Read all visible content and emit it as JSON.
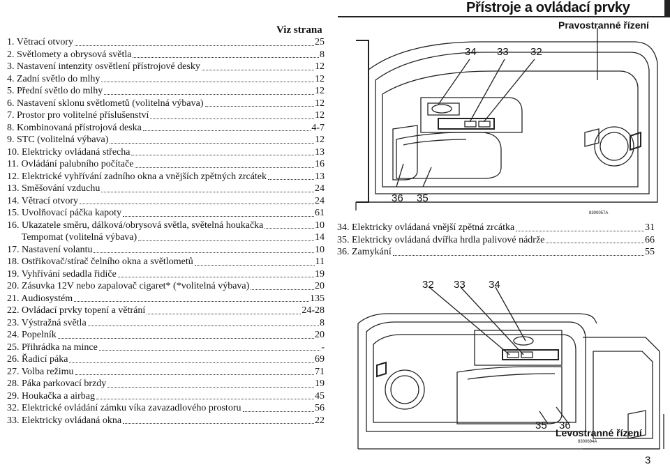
{
  "header": {
    "title": "Přístroje a ovládací prvky",
    "subtitle_right": "Pravostranné řízení",
    "subtitle_left": "Levostranné řízení"
  },
  "toc_header": "Viz strana",
  "toc_items": [
    {
      "label": "1. Větrací otvory",
      "page": "25"
    },
    {
      "label": "2. Světlomety a obrysová světla",
      "page": "8"
    },
    {
      "label": "3. Nastavení intenzity osvětlení přístrojové desky",
      "page": "12"
    },
    {
      "label": "4. Zadní světlo do mlhy",
      "page": "12"
    },
    {
      "label": "5. Přední světlo do mlhy",
      "page": "12"
    },
    {
      "label": "6. Nastavení sklonu světlometů (volitelná výbava)",
      "page": "12"
    },
    {
      "label": "7. Prostor pro volitelné příslušenství",
      "page": "12"
    },
    {
      "label": "8. Kombinovaná přístrojová deska",
      "page": "4-7"
    },
    {
      "label": "9. STC (volitelná výbava)",
      "page": "12"
    },
    {
      "label": "10. Elektricky ovládaná střecha",
      "page": "13"
    },
    {
      "label": "11. Ovládání palubního počítače",
      "page": "16"
    },
    {
      "label": "12. Elektrické vyhřívání zadního okna a vnějších zpětných zrcátek",
      "page": "13"
    },
    {
      "label": "13. Směšování vzduchu",
      "page": "24"
    },
    {
      "label": "14. Větrací otvory",
      "page": "24"
    },
    {
      "label": "15. Uvolňovací páčka kapoty",
      "page": "61"
    },
    {
      "label": "16. Ukazatele směru, dálková/obrysová světla, světelná houkačka",
      "page": "10"
    },
    {
      "label": "      Tempomat (volitelná výbava)",
      "page": "14"
    },
    {
      "label": "17. Nastavení volantu",
      "page": "10"
    },
    {
      "label": "18. Ostřikovač/stírač čelního okna a světlometů",
      "page": "11"
    },
    {
      "label": "19. Vyhřívání sedadla řidiče",
      "page": "19"
    },
    {
      "label": "20. Zásuvka 12V nebo zapalovač cigaret* (*volitelná výbava)",
      "page": "20"
    },
    {
      "label": "21. Audiosystém",
      "page": "135"
    },
    {
      "label": "22. Ovládací prvky topení a větrání",
      "page": "24-28"
    },
    {
      "label": "23. Výstražná světla",
      "page": "8"
    },
    {
      "label": "24. Popelník",
      "page": "20"
    },
    {
      "label": "25. Přihrádka na mince",
      "page": "-"
    },
    {
      "label": "26. Řadicí páka",
      "page": "69"
    },
    {
      "label": "27. Volba režimu",
      "page": "71"
    },
    {
      "label": "28. Páka parkovací brzdy",
      "page": "19"
    },
    {
      "label": "29. Houkačka a airbag",
      "page": "45"
    },
    {
      "label": "32. Elektrické ovládání zámku víka zavazadlového prostoru",
      "page": "56"
    },
    {
      "label": "33. Elektricky ovládaná okna",
      "page": "22"
    }
  ],
  "toc_items_right": [
    {
      "label": "34. Elektricky ovládaná vnější zpětná zrcátka",
      "page": "31"
    },
    {
      "label": "35. Elektricky ovládaná dvířka hrdla palivové nádrže",
      "page": "66"
    },
    {
      "label": "36. Zamykání",
      "page": "55"
    }
  ],
  "figure_right": {
    "callouts": [
      "34",
      "33",
      "32",
      "36",
      "35"
    ],
    "code": "8300057A"
  },
  "figure_left": {
    "callouts": [
      "32",
      "33",
      "34",
      "35",
      "36"
    ],
    "code": "8300694A"
  },
  "page_number": "3"
}
